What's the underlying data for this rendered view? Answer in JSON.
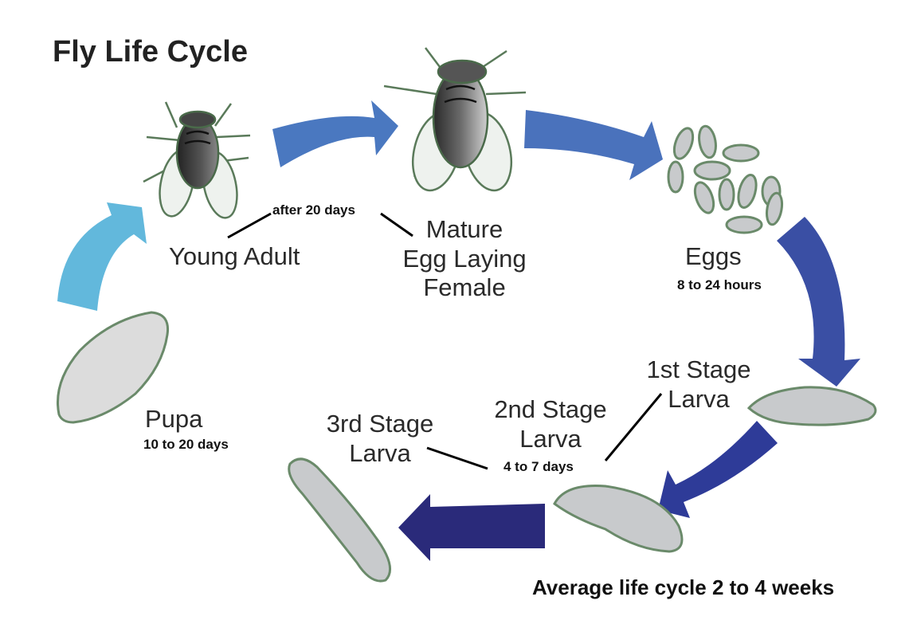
{
  "title": "Fly Life Cycle",
  "footer": "Average life cycle 2 to 4 weeks",
  "stages": {
    "young_adult": "Young Adult",
    "mature_female": "Mature\nEgg Laying\nFemale",
    "eggs": "Eggs",
    "larva_1": "1st Stage\nLarva",
    "larva_2": "2nd Stage\nLarva",
    "larva_3": "3rd Stage\nLarva",
    "pupa": "Pupa"
  },
  "durations": {
    "after_20_days": "after 20 days",
    "eggs": "8 to 24 hours",
    "larva": "4 to 7 days",
    "pupa": "10 to 20 days"
  },
  "colors": {
    "arrow_light": "#62b8dc",
    "arrow_mid": "#4a78c0",
    "arrow_dark": "#2e3b8f",
    "arrow_darkest": "#2a2a7a",
    "outline_green": "#6a8a6a",
    "body_gray": "#c8cacc"
  },
  "icons": [
    "young-fly-icon",
    "mature-fly-icon",
    "eggs-icon",
    "larva-icon",
    "pupa-icon"
  ]
}
